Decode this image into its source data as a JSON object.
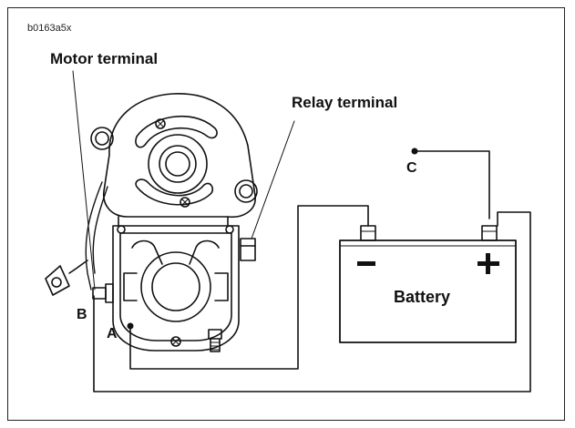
{
  "diagram": {
    "code": "b0163a5x",
    "motor_terminal": "Motor terminal",
    "relay_terminal": "Relay terminal",
    "battery": "Battery",
    "minus": "−",
    "plus": "+",
    "point_a": "A",
    "point_b": "B",
    "point_c": "C"
  },
  "colors": {
    "line": "#111111",
    "fill": "#ffffff",
    "frame": "#222222"
  }
}
